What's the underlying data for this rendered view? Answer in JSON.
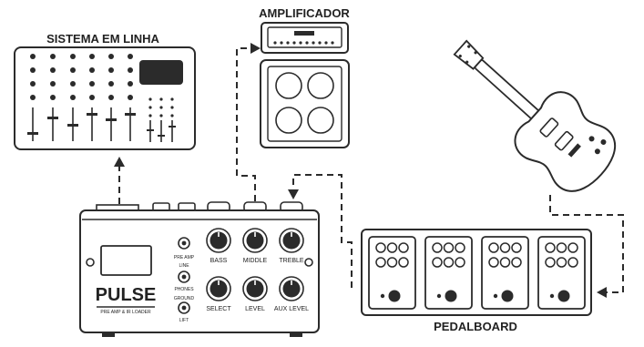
{
  "labels": {
    "mixer": "SISTEMA EM LINHA",
    "amp": "AMPLIFICADOR",
    "pedalboard": "PEDALBOARD"
  },
  "pulse": {
    "brand": "PULSE",
    "subtitle": "PRE AMP & IR LOADER",
    "switch_top_label": "PRE AMP",
    "switch_top_sub": "LINE",
    "switch_mid_label": "PHONES",
    "switch_bot_label": "GROUND",
    "switch_bot_sub": "LIFT",
    "knobs": [
      "BASS",
      "MIDDLE",
      "TREBLE",
      "SELECT",
      "LEVEL",
      "AUX LEVEL"
    ]
  }
}
